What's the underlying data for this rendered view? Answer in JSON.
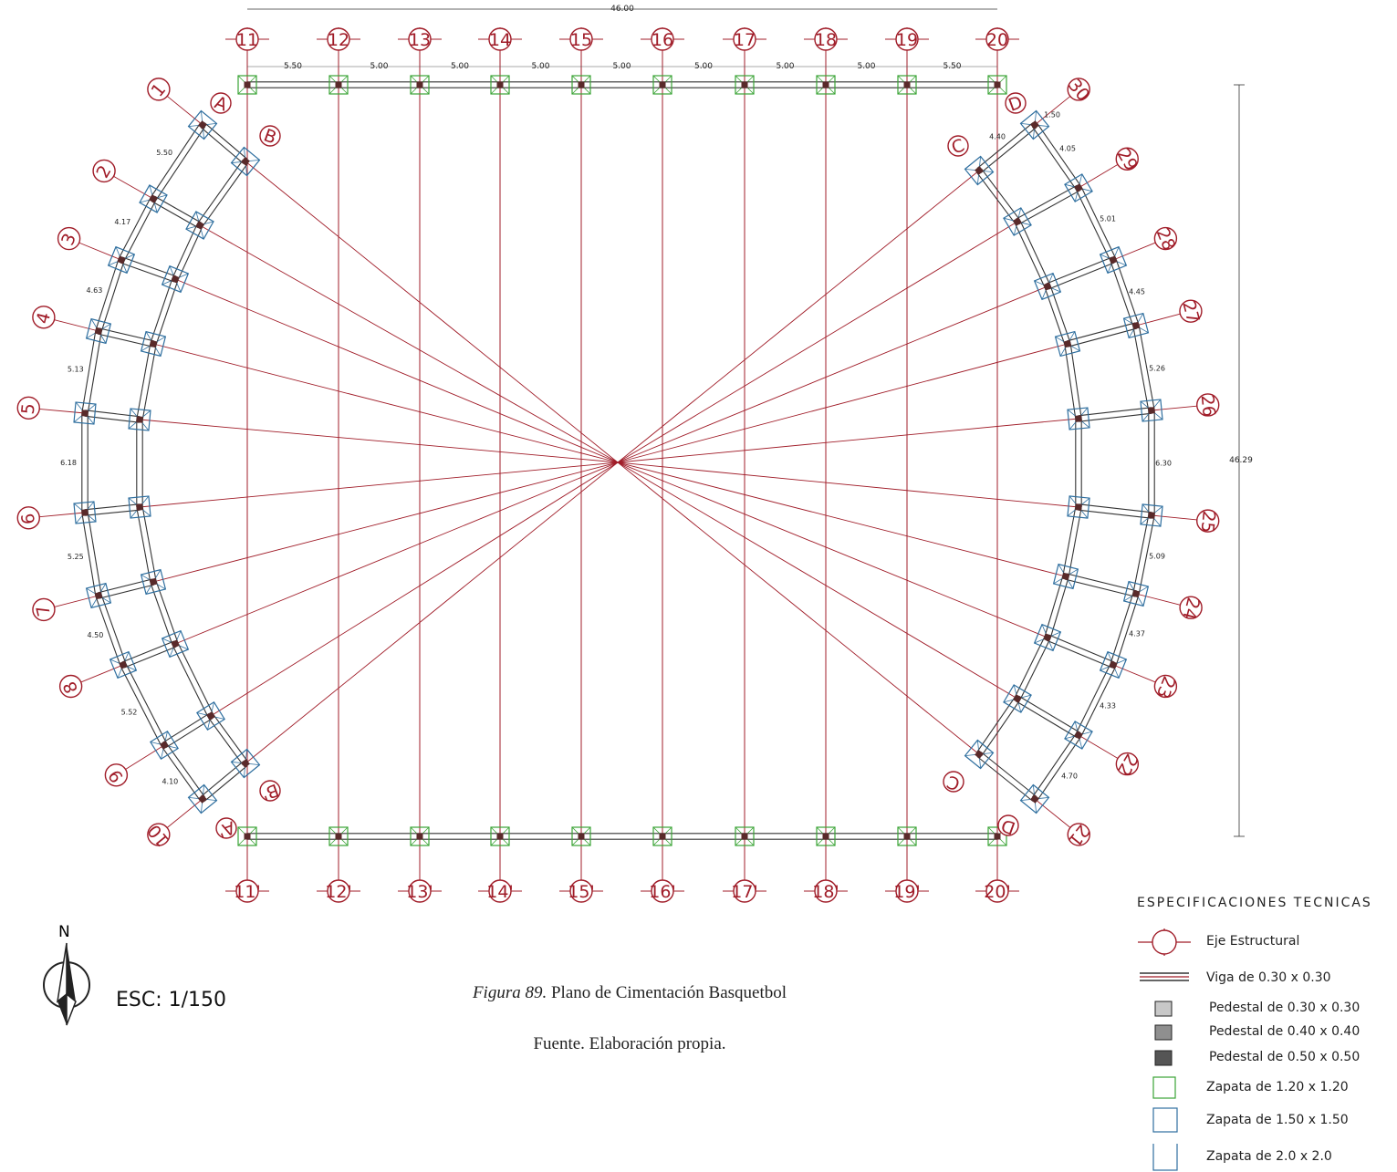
{
  "plan": {
    "top_axes": [
      "11",
      "12",
      "13",
      "14",
      "15",
      "16",
      "17",
      "18",
      "19",
      "20"
    ],
    "bottom_axes": [
      "11'",
      "12'",
      "13'",
      "14'",
      "15'",
      "16'",
      "17'",
      "18'",
      "19'",
      "20'"
    ],
    "left_axes": [
      "1",
      "2",
      "3",
      "4",
      "5",
      "6",
      "7",
      "8",
      "9",
      "10"
    ],
    "right_axes": [
      "30",
      "29",
      "28",
      "27",
      "26",
      "25",
      "24",
      "23",
      "22",
      "21"
    ],
    "ring_labels": {
      "a": "A",
      "b": "B",
      "c": "C",
      "d": "D",
      "b_prime": "B'",
      "a_prime": "A'",
      "c_bottom": "C",
      "d_bottom": "D"
    },
    "total_width": "46.00",
    "total_height": "46.29",
    "top_spans": [
      "5.50",
      "5.00",
      "5.00",
      "5.00",
      "5.00",
      "5.00",
      "5.00",
      "5.00",
      "5.50"
    ],
    "left_spans": [
      "5.50",
      "4.17",
      "4.63",
      "5.13",
      "6.18",
      "5.25",
      "4.50",
      "5.52",
      "4.10"
    ],
    "right_spans": [
      "1.50",
      "4.40",
      "4.05",
      "5.01",
      "4.45",
      "5.26",
      "6.30",
      "5.09",
      "4.37",
      "4.33",
      "4.70"
    ],
    "colors": {
      "axis": "#a01c28",
      "beam": "#333333",
      "footing_green": "#3aa335",
      "footing_blue": "#2f6f9f",
      "pedestal": "#5a2a2a"
    }
  },
  "legend": {
    "title": "ESPECIFICACIONES  TECNICAS",
    "items": [
      {
        "label": "Eje Estructural",
        "icon": "axis-bubble-icon"
      },
      {
        "label": "Viga de 0.30 x 0.30",
        "icon": "beam-icon"
      },
      {
        "label": "Pedestal  de 0.30 x 0.30",
        "icon": "pedestal-light-icon",
        "color": "#c8c8c8"
      },
      {
        "label": "Pedestal  de 0.40 x 0.40",
        "icon": "pedestal-mid-icon",
        "color": "#8f8f8f"
      },
      {
        "label": "Pedestal  de 0.50 x 0.50",
        "icon": "pedestal-dark-icon",
        "color": "#555555"
      },
      {
        "label": "Zapata de 1.20 x 1.20",
        "icon": "footing-green-icon",
        "color": "#3aa335"
      },
      {
        "label": "Zapata de 1.50 x 1.50",
        "icon": "footing-blue-icon",
        "color": "#2f6f9f"
      },
      {
        "label": "Zapata de 2.0 x 2.0",
        "icon": "footing-large-icon",
        "color": "#2f6f9f"
      }
    ]
  },
  "caption": {
    "figure_label": "Figura 89.",
    "title": " Plano de Cimentación Basquetbol",
    "source": "Fuente. Elaboración propia."
  },
  "scale": "ESC: 1/150",
  "north_label": "N"
}
